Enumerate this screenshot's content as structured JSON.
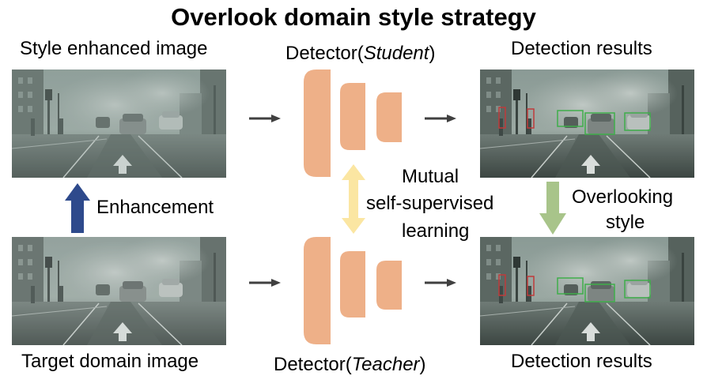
{
  "title": "Overlook domain style strategy",
  "labels": {
    "style_enhanced_image": "Style enhanced  image",
    "target_domain_image": "Target domain image",
    "detector_student_prefix": "Detector(",
    "detector_student_role": "Student",
    "detector_teacher_prefix": "Detector(",
    "detector_teacher_role": "Teacher",
    "paren_close": ")",
    "detection_results_top": "Detection results",
    "detection_results_bottom": "Detection results",
    "enhancement": "Enhancement",
    "mutual_line1": "Mutual",
    "mutual_line2": "self-supervised",
    "mutual_line3": "learning",
    "overlooking_line1": "Overlooking",
    "overlooking_line2": "style"
  },
  "colors": {
    "detector_block": "#eeb088",
    "enhancement_arrow": "#2e4a8c",
    "mutual_arrow": "#fbe6a2",
    "overlooking_arrow": "#a8c48a",
    "flow_arrow": "#404040",
    "box_red": "#c03a3a",
    "box_green": "#3fae4a"
  }
}
